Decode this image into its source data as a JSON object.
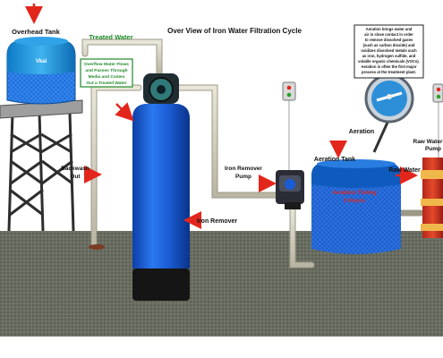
{
  "title": "Over View of Iron Water Filtration Cycle",
  "labels": {
    "overhead_tank": "Overhead Tank",
    "treated_water": "Treated Water",
    "backwash_out_1": "Backwash",
    "backwash_out_2": "Out",
    "iron_remover": "Iron Remover",
    "pump_1": "Iron Remover",
    "pump_2": "Pump",
    "aeration_tank": "Aeration Tank",
    "aeration": "Aeration",
    "raw_water": "Raw Water",
    "raw_water_pump_1": "Raw Water",
    "raw_water_pump_2": "Pump",
    "tank_logo": "Vkal"
  },
  "green_note": [
    "Overflow Water Flows",
    "and Passes Through",
    "Media and Comes",
    "Out a Treated Water"
  ],
  "aeration_timing": [
    "Aeration Timing",
    "3 Hours"
  ],
  "info_box": [
    "Aeration brings water and",
    "air in close contact in order",
    "to remove dissolved gases",
    "(such as carbon dioxide) and",
    "oxidizes dissolved metals such",
    "as iron, hydrogen sulfide, and",
    "volatile organic chemicals (VOCs).",
    "Aeration is often the first major",
    "process at the treatment plant."
  ],
  "colors": {
    "accent_red": "#e3261c",
    "treated_green": "#1f8a2a",
    "vessel_blue": "#1a5cd6",
    "ground": "#5c6157"
  },
  "icons": [
    "overhead-tank",
    "filter-vessel",
    "valve-head",
    "pump",
    "aeration-tank",
    "aerator-gauge",
    "raw-water-pump",
    "switch-box"
  ]
}
